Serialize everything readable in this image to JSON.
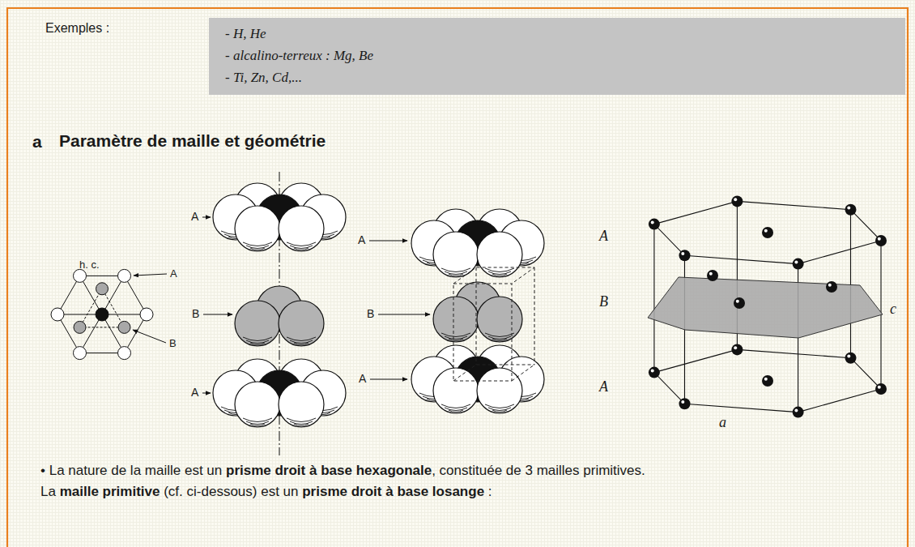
{
  "diagram": {
    "title": "Paramètre de maille et géométrie",
    "nodes": [
      {
        "text": [
          "- H, He",
          "- alcalino-terreux : Mg, Be",
          "- Ti, Zn, Cd,..."
        ]
      }
    ],
    "labels": [
      "Exemples :",
      "a",
      "h. c.",
      "A",
      "B",
      "A",
      "B",
      "A",
      "A",
      "B",
      "A",
      "A",
      "B",
      "A",
      "c",
      "a",
      "• La nature de la maille est un",
      "prisme droit à base hexagonale",
      ", constituée de 3 mailles primitives.",
      "La",
      "maille primitive",
      "(cf. ci-dessous) est un",
      "prisme droit à base losange",
      ":"
    ]
  }
}
